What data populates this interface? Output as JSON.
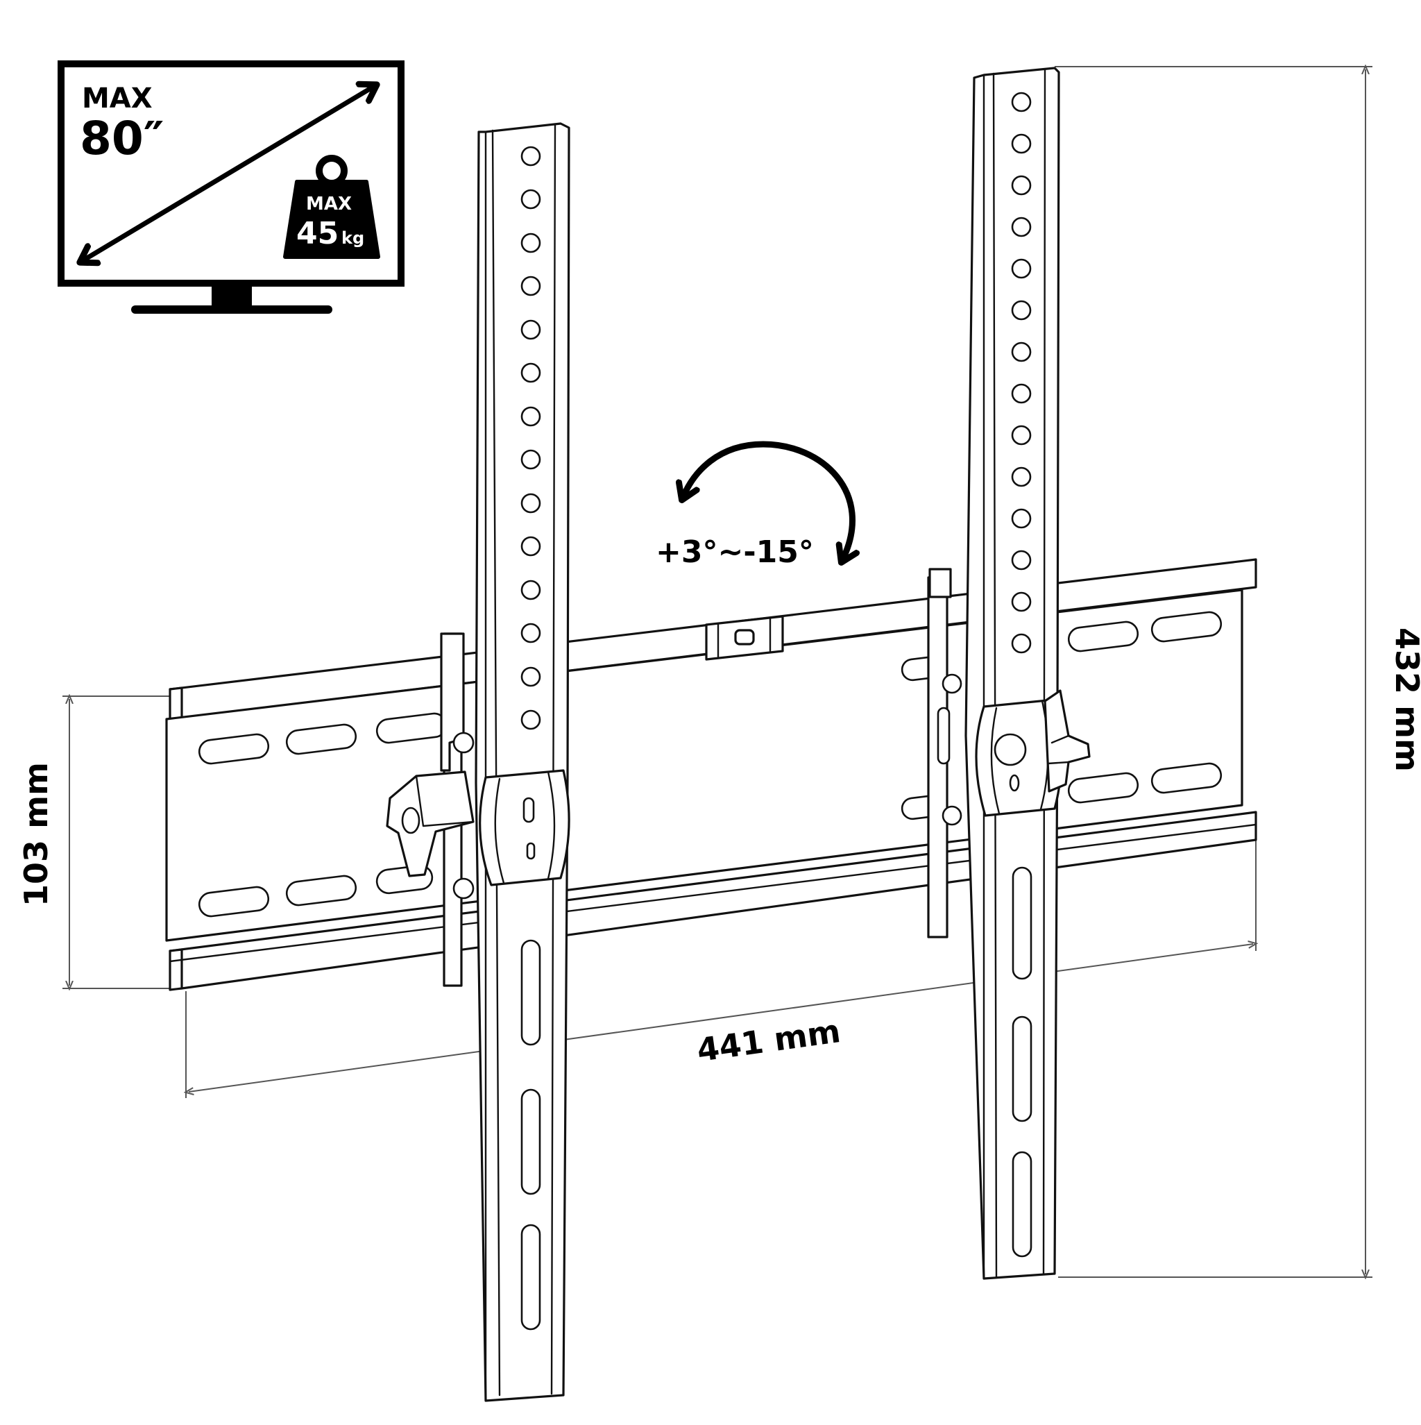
{
  "badge": {
    "max_size_label": "MAX",
    "max_size_value": "80″",
    "max_weight_label": "MAX",
    "max_weight_value": "45",
    "max_weight_unit": "kg"
  },
  "tilt": {
    "label": "+3°~-15°"
  },
  "dimensions": {
    "width": "441 mm",
    "height": "432 mm",
    "rail_height": "103 mm"
  },
  "colors": {
    "line": "#111111",
    "dimension_line": "#555555",
    "background": "#ffffff"
  }
}
